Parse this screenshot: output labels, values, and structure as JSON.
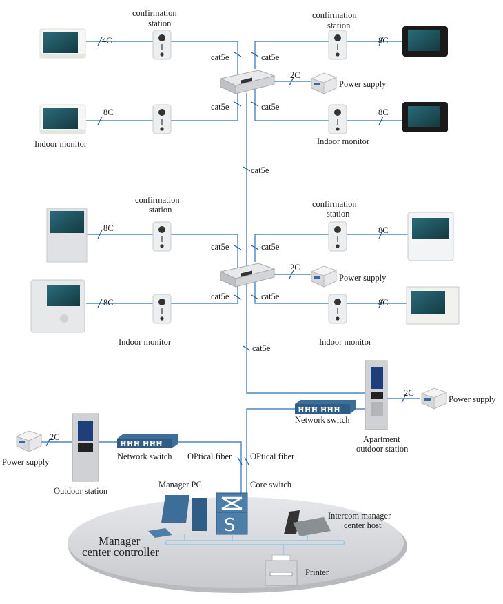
{
  "colors": {
    "wire": "#4a86c0",
    "device_blue": "#3d6e98",
    "platform": "#d8d9dc"
  },
  "labels": {
    "confirmation_station": [
      "confirmation",
      "station"
    ],
    "indoor_monitor": "Indoor monitor",
    "power_supply": "Power supply",
    "network_switch": "Network switch",
    "apartment_outdoor_station": [
      "Apartment",
      "outdoor station"
    ],
    "outdoor_station": "Outdoor station",
    "optical_fiber": "OPtical fiber",
    "manager_pc": "Manager PC",
    "core_switch": "Core switch",
    "intercom_host": [
      "Intercom manager",
      "center host"
    ],
    "manager_center_controller": [
      "Manager",
      "center controller"
    ],
    "printer": "Printer",
    "switch_glyph": "S"
  },
  "cables": {
    "c4": "4C",
    "c8": "8C",
    "c2": "2C",
    "cat5e": "cat5e"
  }
}
